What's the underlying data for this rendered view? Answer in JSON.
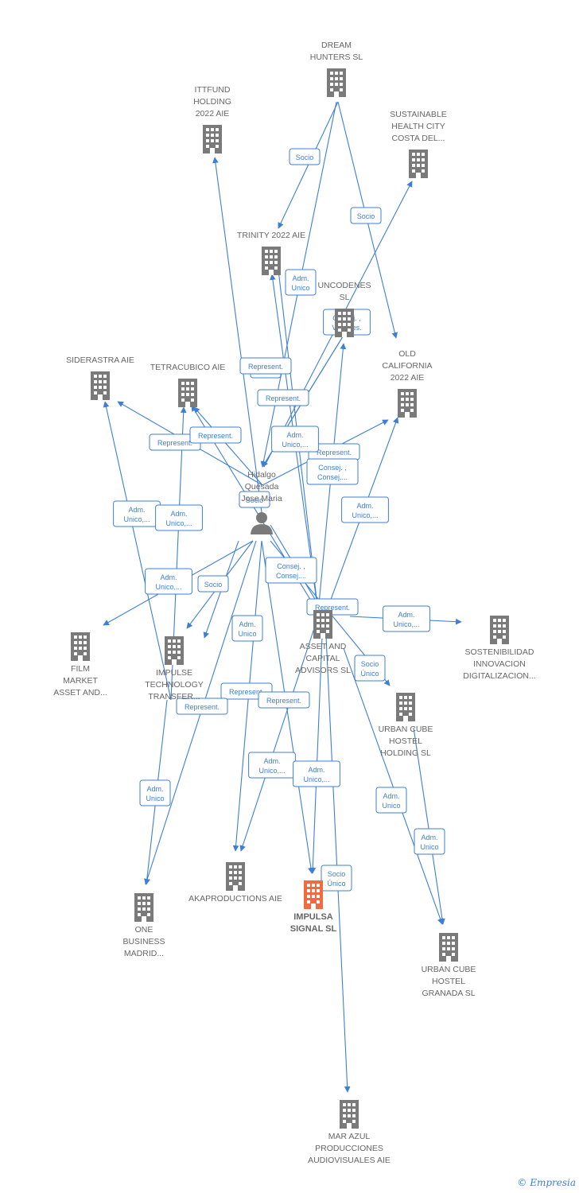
{
  "colors": {
    "edge": "#3d7fd6",
    "node": "#7a7a7a",
    "focus": "#f26a3d",
    "text": "#666666"
  },
  "nodes": [
    {
      "id": "dream",
      "lines": [
        "DREAM",
        "HUNTERS  SL"
      ],
      "icon": "building-icon"
    },
    {
      "id": "ittfund",
      "lines": [
        "ITTFUND",
        "HOLDING",
        "2022 AIE"
      ],
      "icon": "building-icon"
    },
    {
      "id": "sustainable",
      "lines": [
        "SUSTAINABLE",
        "HEALTH CITY",
        "COSTA DEL..."
      ],
      "icon": "building-icon"
    },
    {
      "id": "trinity",
      "lines": [
        "TRINITY 2022 AIE"
      ],
      "icon": "building-icon"
    },
    {
      "id": "uncodenes",
      "lines": [
        "UNCODENES",
        "SL"
      ],
      "icon": "building-icon"
    },
    {
      "id": "oldcal",
      "lines": [
        "OLD",
        "CALIFORNIA",
        "2022 AIE"
      ],
      "icon": "building-icon"
    },
    {
      "id": "siderastra",
      "lines": [
        "SIDERASTRA AIE"
      ],
      "icon": "building-icon"
    },
    {
      "id": "tetracubico",
      "lines": [
        "TETRACUBICO AIE"
      ],
      "icon": "building-icon"
    },
    {
      "id": "hidalgo",
      "lines": [
        "Hidalgo",
        "Quesada",
        "Jose Maria"
      ],
      "icon": "person-icon"
    },
    {
      "id": "film",
      "lines": [
        "FILM",
        "MARKET",
        "ASSET AND..."
      ],
      "icon": "building-icon"
    },
    {
      "id": "impulse",
      "lines": [
        "IMPULSE",
        "TECHNOLOGY",
        "TRANSFER..."
      ],
      "icon": "building-icon"
    },
    {
      "id": "asset",
      "lines": [
        "ASSET AND",
        "CAPITAL",
        "ADVISORS  SL"
      ],
      "icon": "building-icon"
    },
    {
      "id": "sostenibilidad",
      "lines": [
        "SOSTENIBILIDAD",
        "INNOVACION",
        "DIGITALIZACION..."
      ],
      "icon": "building-icon"
    },
    {
      "id": "ucholding",
      "lines": [
        "URBAN CUBE",
        "HOSTEL",
        "HOLDING  SL"
      ],
      "icon": "building-icon"
    },
    {
      "id": "akaproductions",
      "lines": [
        "AKAPRODUCTIONS AIE"
      ],
      "icon": "building-icon"
    },
    {
      "id": "impulsa",
      "lines": [
        "IMPULSA",
        "SIGNAL  SL"
      ],
      "icon": "building-icon",
      "focus": true
    },
    {
      "id": "onebusiness",
      "lines": [
        "ONE",
        "BUSINESS",
        "MADRID..."
      ],
      "icon": "building-icon"
    },
    {
      "id": "ucgranada",
      "lines": [
        "URBAN CUBE",
        "HOSTEL",
        "GRANADA  SL"
      ],
      "icon": "building-icon"
    },
    {
      "id": "marazul",
      "lines": [
        "MAR AZUL",
        "PRODUCCIONES",
        "AUDIOVISUALES AIE"
      ],
      "icon": "building-icon"
    }
  ],
  "edge_labels": [
    [
      "Socio"
    ],
    [
      "Socio"
    ],
    [
      "Adm.",
      "Unico"
    ],
    [
      "Consej. ,",
      "Vicepres."
    ],
    [
      "Represent."
    ],
    [
      "Socio"
    ],
    [
      "Represent."
    ],
    [
      "Represent."
    ],
    [
      "Represent."
    ],
    [
      "Adm.",
      "Unico,..."
    ],
    [
      "Represent."
    ],
    [
      "Adm.",
      "Unico,..."
    ],
    [
      "Adm.",
      "Unico,..."
    ],
    [
      "Adm.",
      "Unico,..."
    ],
    [
      "Socio"
    ],
    [
      "Adm.",
      "Unico,..."
    ],
    [
      "Consej. ,",
      "Consej...."
    ],
    [
      "Consej. ,",
      "Consej...."
    ],
    [
      "Adm.",
      "Unico"
    ],
    [
      "Represent."
    ],
    [
      "Adm.",
      "Unico,..."
    ],
    [
      "Socio",
      "Único"
    ],
    [
      "Adm.",
      "Unico"
    ],
    [
      "Represent."
    ],
    [
      "Represent."
    ],
    [
      "Represent."
    ],
    [
      "Adm.",
      "Unico,..."
    ],
    [
      "Adm.",
      "Unico,..."
    ],
    [
      "Adm.",
      "Unico"
    ],
    [
      "Adm.",
      "Unico"
    ],
    [
      "Socio",
      "Único"
    ],
    [
      "Socio"
    ]
  ],
  "footer": {
    "copyright": "©",
    "brand": "Empresia"
  }
}
